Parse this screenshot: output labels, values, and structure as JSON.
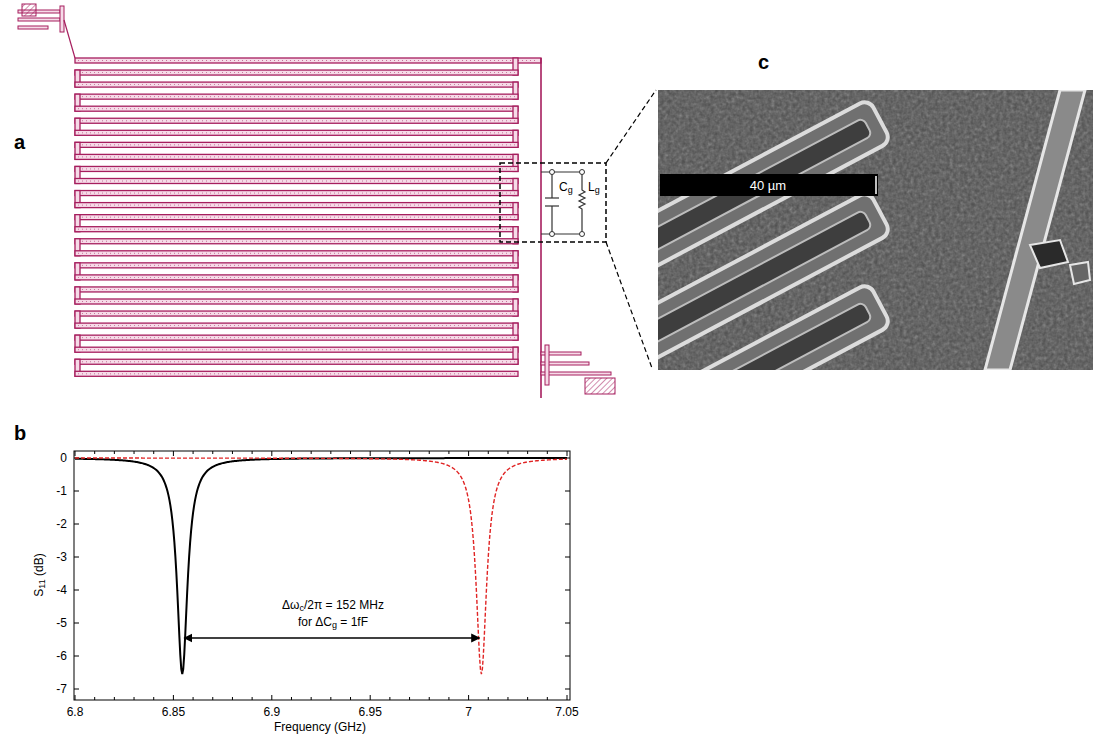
{
  "diagram": {
    "labels": [
      "a",
      "b",
      "c",
      "Cg",
      "Lg",
      "40 µm",
      "0",
      "-1",
      "-2",
      "-3",
      "-4",
      "-5",
      "-6",
      "-7",
      "6.8",
      "6.85",
      "6.9",
      "6.95",
      "7",
      "7.05",
      "S11 (dB)",
      "Frequency (GHz)",
      "Δωc/2π = 152 MHz",
      "for ΔCg = 1fF"
    ]
  }
}
